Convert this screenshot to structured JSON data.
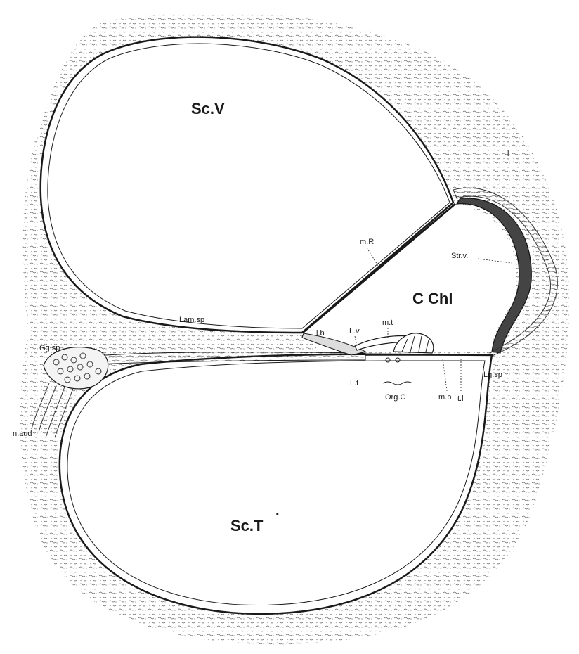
{
  "figure": {
    "labels": {
      "sc_v": "Sc.V",
      "sc_t": "Sc.T",
      "c_chl": "C Chl",
      "m_r": "m.R",
      "str_v": "Str.v.",
      "lam_sp": "Lam.sp",
      "gg_sp": "Gg.sp.",
      "l_b": "l.b",
      "l_v": "L.v",
      "m_t": "m.t",
      "l_t": "L.t",
      "org_c": "Org.C",
      "m_b": "m.b",
      "t_l": "t.l",
      "lg_sp": "Lg.sp",
      "n_aud": "n.aud",
      "l_mark": "l"
    }
  },
  "colors": {
    "ink": "#1a1a1a",
    "paper": "#ffffff",
    "stipple": "#555555"
  }
}
